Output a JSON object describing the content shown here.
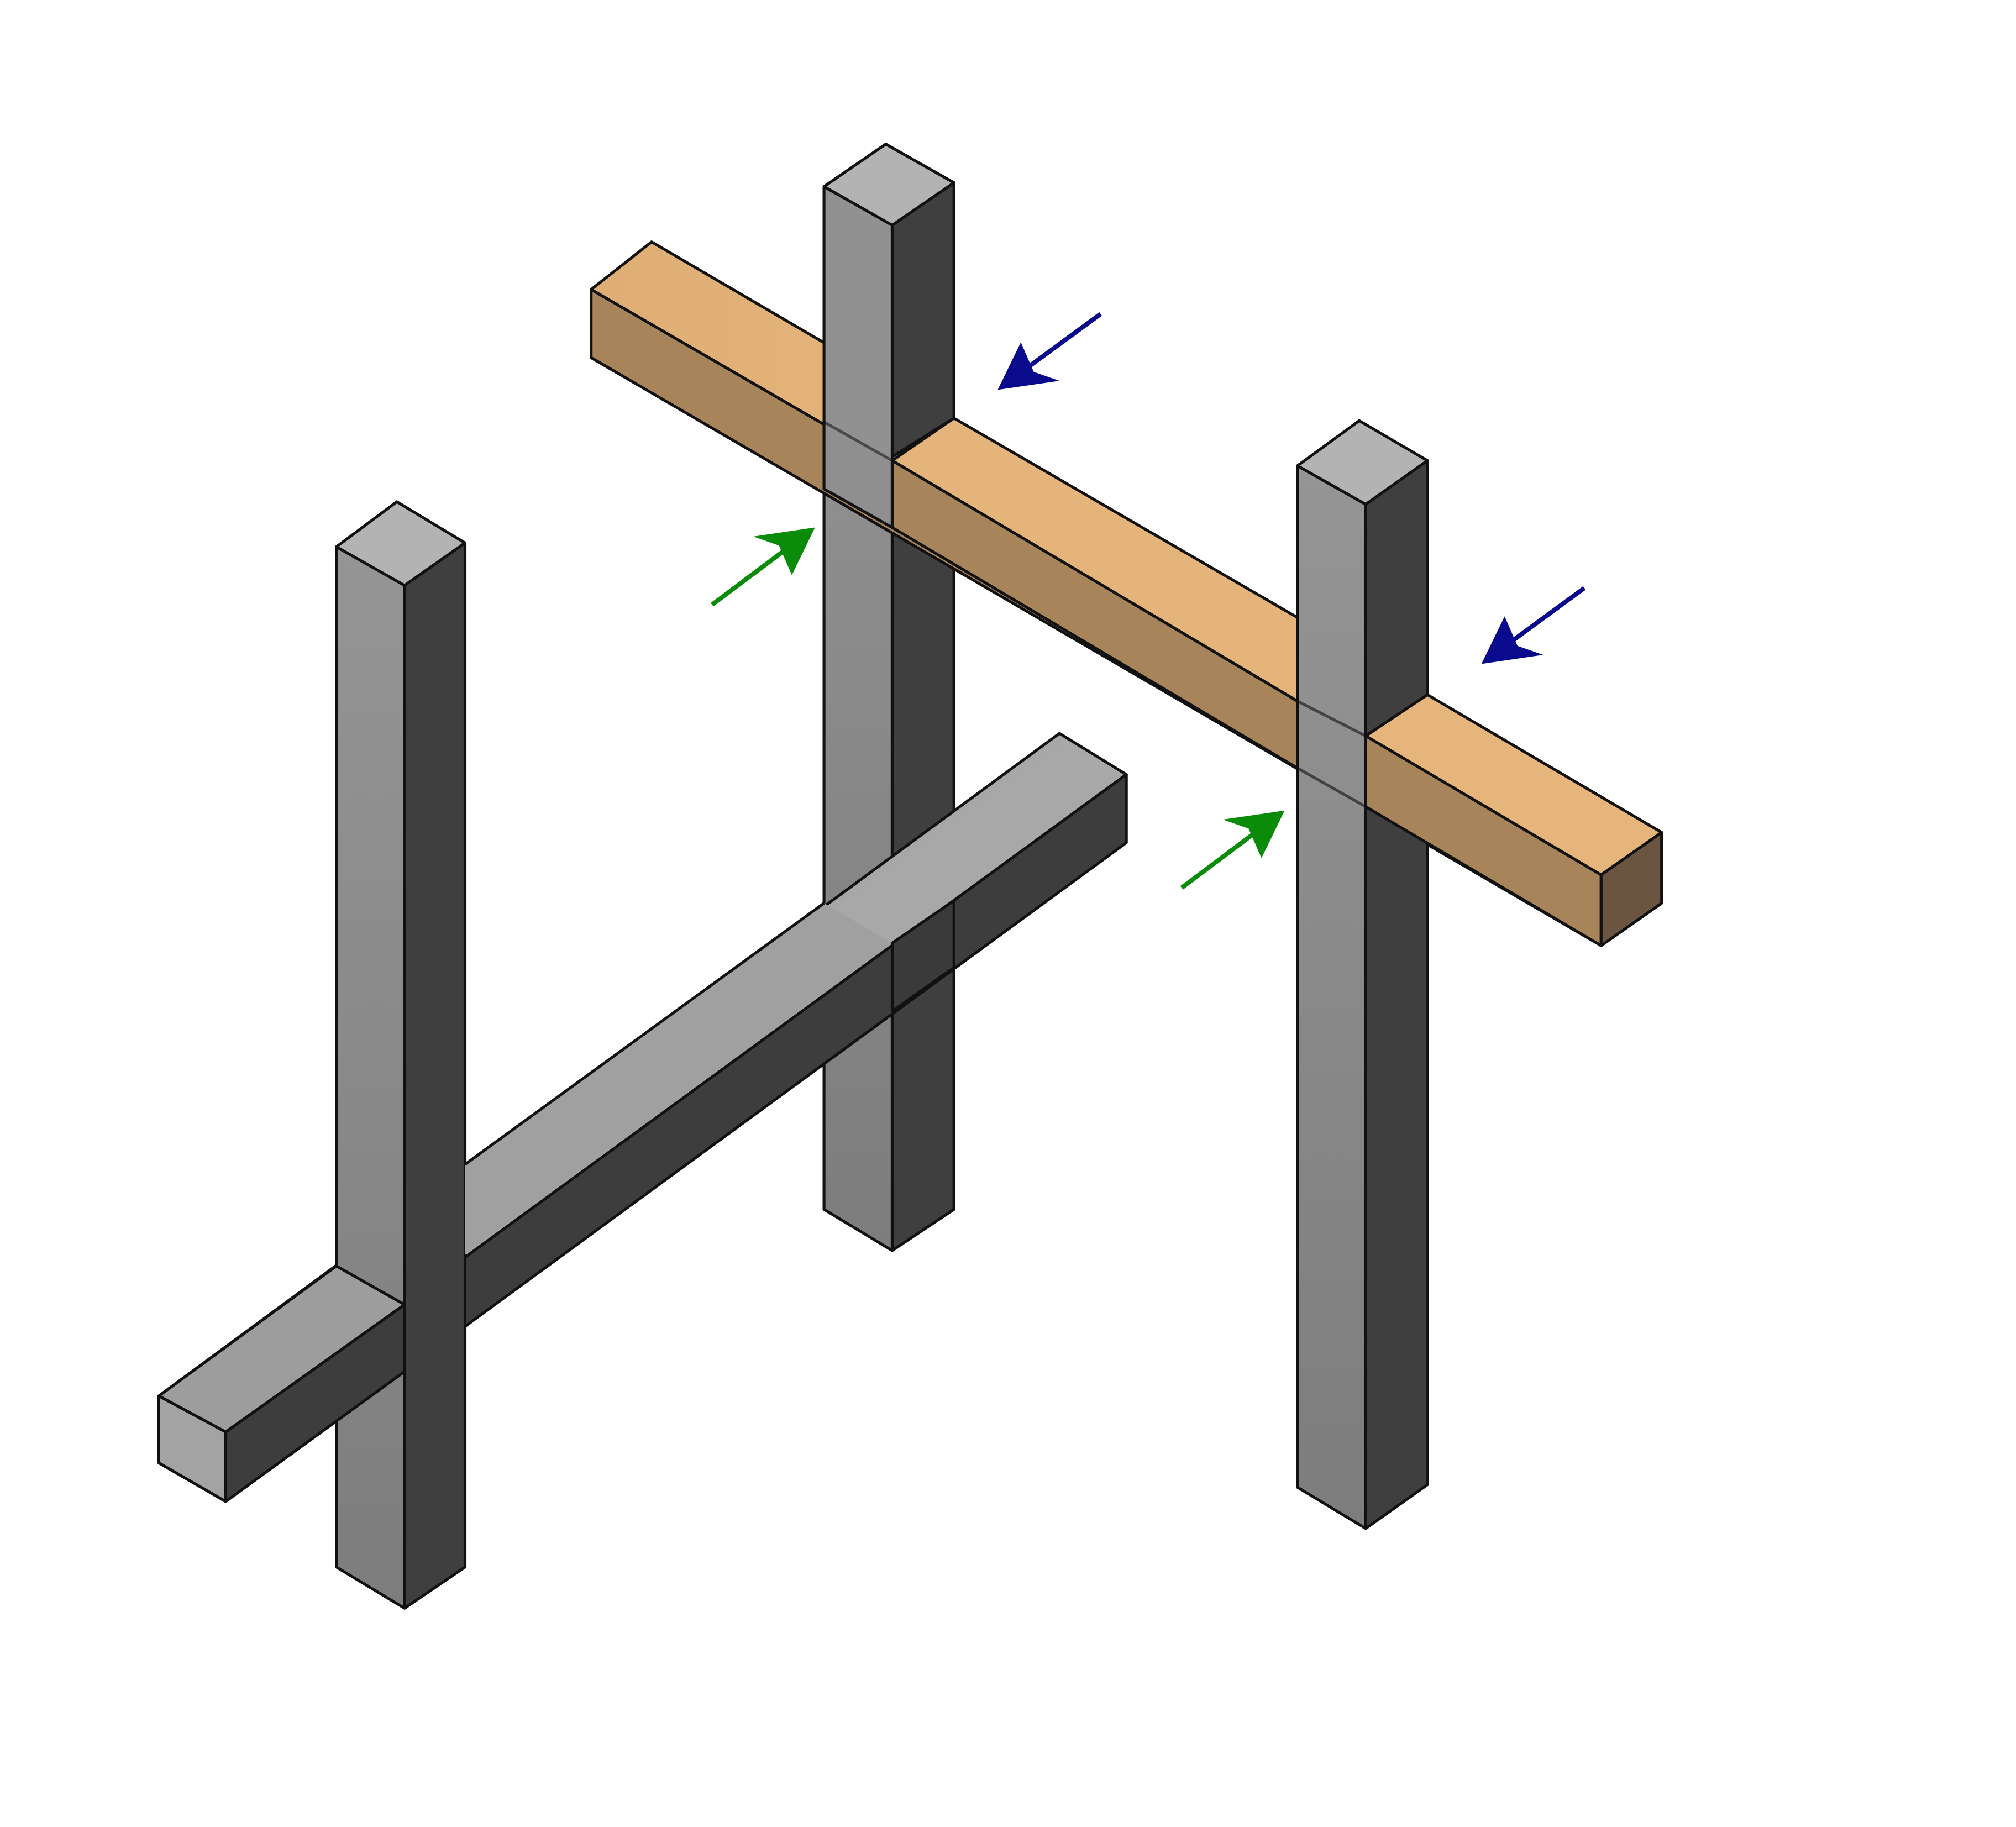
{
  "diagram": {
    "description_text": "",
    "colors": {
      "background": "#ffffff",
      "outline": "#111111",
      "gray_front": "#8f8f8f",
      "gray_side": "#404040",
      "gray_top": "#b5b5b5",
      "wood_front": "#a8845a",
      "wood_top": "#e9b87e",
      "wood_end": "#6b5540",
      "arrow_blue": "#0a0a8c",
      "arrow_green": "#0a8c0a"
    },
    "members": [
      {
        "name": "left-post",
        "material": "steel"
      },
      {
        "name": "middle-post",
        "material": "steel"
      },
      {
        "name": "right-post",
        "material": "steel"
      },
      {
        "name": "lower-beam",
        "material": "steel"
      },
      {
        "name": "wood-beam",
        "material": "wood"
      }
    ],
    "arrows": [
      {
        "name": "blue-arrow-top",
        "color": "blue"
      },
      {
        "name": "blue-arrow-right",
        "color": "blue"
      },
      {
        "name": "green-arrow-left",
        "color": "green"
      },
      {
        "name": "green-arrow-right",
        "color": "green"
      }
    ]
  }
}
